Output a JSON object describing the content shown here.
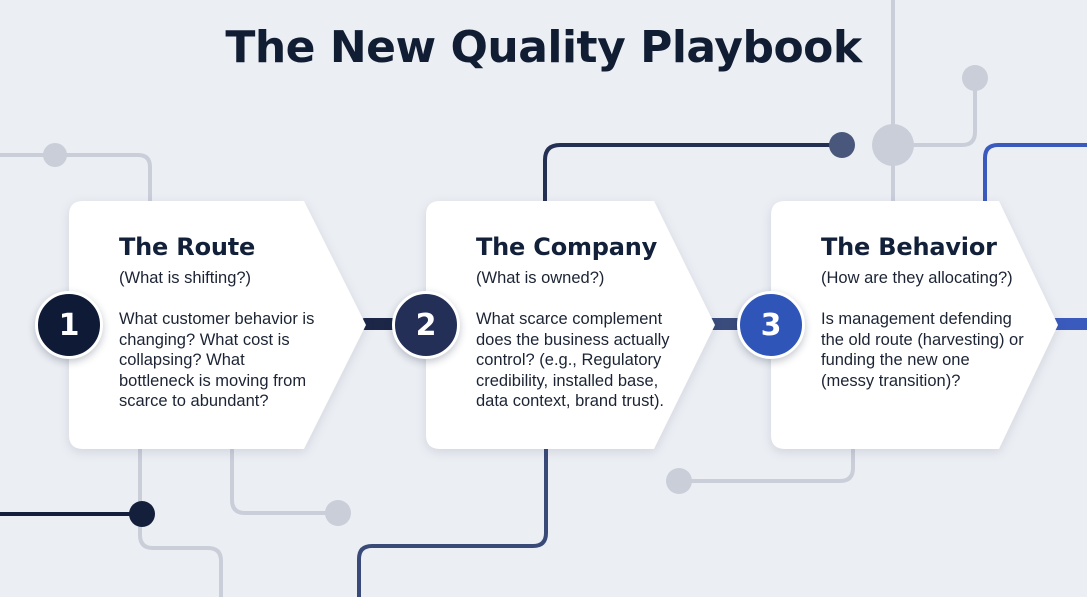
{
  "title": "The New Quality Playbook",
  "steps": [
    {
      "number": "1",
      "heading": "The Route",
      "question": "(What is shifting?)",
      "body": "What customer behavior is changing? What cost is collapsing? What bottleneck is moving from scarce to abundant?"
    },
    {
      "number": "2",
      "heading": "The Company",
      "question": "(What is owned?)",
      "body": "What scarce complement does the business actually control? (e.g., Regulatory credibility, installed base, data context, brand trust)."
    },
    {
      "number": "3",
      "heading": "The Behavior",
      "question": "(How are they allocating?)",
      "body": "Is management defending the old route (harvesting) or funding the new one (messy transition)?"
    }
  ],
  "colors": {
    "background": "#ebeef3",
    "card": "#ffffff",
    "badge_1": "#0f1b36",
    "badge_2": "#232f57",
    "badge_3": "#2f55b8",
    "circuit_light": "#c9ced9",
    "circuit_dark": "#243052",
    "circuit_blue": "#3a5bbd"
  }
}
